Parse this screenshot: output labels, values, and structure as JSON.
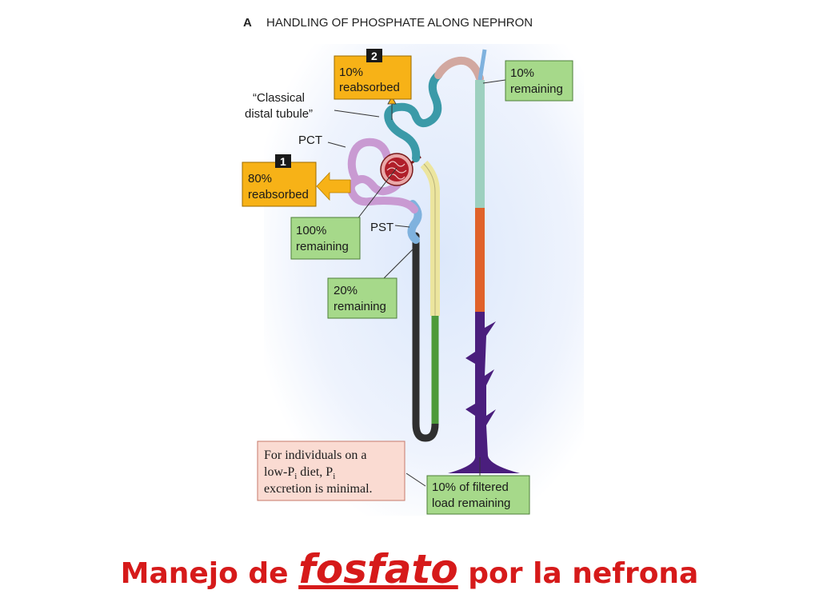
{
  "figure": {
    "letter": "A",
    "title": "HANDLING OF PHOSPHATE ALONG NEPHRON"
  },
  "labels": {
    "classical_line1": "“Classical",
    "classical_line2": "distal tubule”",
    "pct": "PCT",
    "pst": "PST"
  },
  "step_markers": {
    "step1": "1",
    "step2": "2"
  },
  "reabsorbed_boxes": {
    "box1_line1": "80%",
    "box1_line2": "reabsorbed",
    "box2_line1": "10%",
    "box2_line2": "reabsorbed"
  },
  "remaining_boxes": {
    "r100_line1": "100%",
    "r100_line2": "remaining",
    "r20_line1": "20%",
    "r20_line2": "remaining",
    "r10_line1": "10%",
    "r10_line2": "remaining",
    "final_line1": "10% of filtered",
    "final_line2": "load remaining"
  },
  "note": {
    "line1": "For individuals on a",
    "line2_a": "low-P",
    "line2_sub": "i",
    "line2_b": " diet, P",
    "line2_sub2": "i",
    "line3": "excretion is minimal."
  },
  "footer": {
    "part1": "Manejo de ",
    "emphasis": "fosfato",
    "part2": " por la nefrona"
  },
  "colors": {
    "reabsorbed_fill": "#f7b217",
    "remaining_fill": "#a6d98a",
    "note_fill": "#fadbd2",
    "footer_text": "#d61a1a",
    "pct_tube": "#c99ad2",
    "distal_tube": "#3b9aa8",
    "collecting_duct": "#4a1e7d",
    "glomerulus": "#b01f2a"
  }
}
